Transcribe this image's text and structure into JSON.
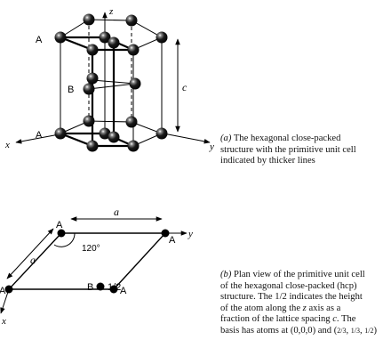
{
  "figure_a": {
    "axis_z": "z",
    "axis_x": "x",
    "axis_y": "y",
    "layer_a_top": "A",
    "layer_b": "B",
    "layer_a_bottom": "A",
    "dimension_c": "c"
  },
  "figure_b": {
    "dimension_a_top": "a",
    "dimension_a_left": "a",
    "angle": "120°",
    "corner_top_left": "A",
    "corner_top_right": "A",
    "corner_bottom_left": "A",
    "corner_bottom_right": "A",
    "atom_b": "B",
    "atom_b_height": "1/2",
    "axis_y": "y",
    "axis_x": "x"
  },
  "caption_a": {
    "label": "(a)",
    "line1": "The hexagonal close-packed",
    "line2": "structure with the primitive unit cell",
    "line3": "indicated by thicker lines"
  },
  "caption_b": {
    "label": "(b)",
    "line1": "Plan view of the primitive unit cell",
    "line2": "of the hexagonal close-packed (hcp)",
    "line3a": "structure. The 1/2 indicates the height",
    "line4a": "of the atom along the ",
    "line4var": "z",
    "line4b": " axis as a",
    "line5a": "fraction of the lattice spacing ",
    "line5var": "c",
    "line5b": ". The",
    "line6a": "basis has atoms at (0,0,0) and (",
    "frac1": "2/3",
    "frac2": "1/3",
    "frac3": "1/2",
    "line6b": ")"
  }
}
